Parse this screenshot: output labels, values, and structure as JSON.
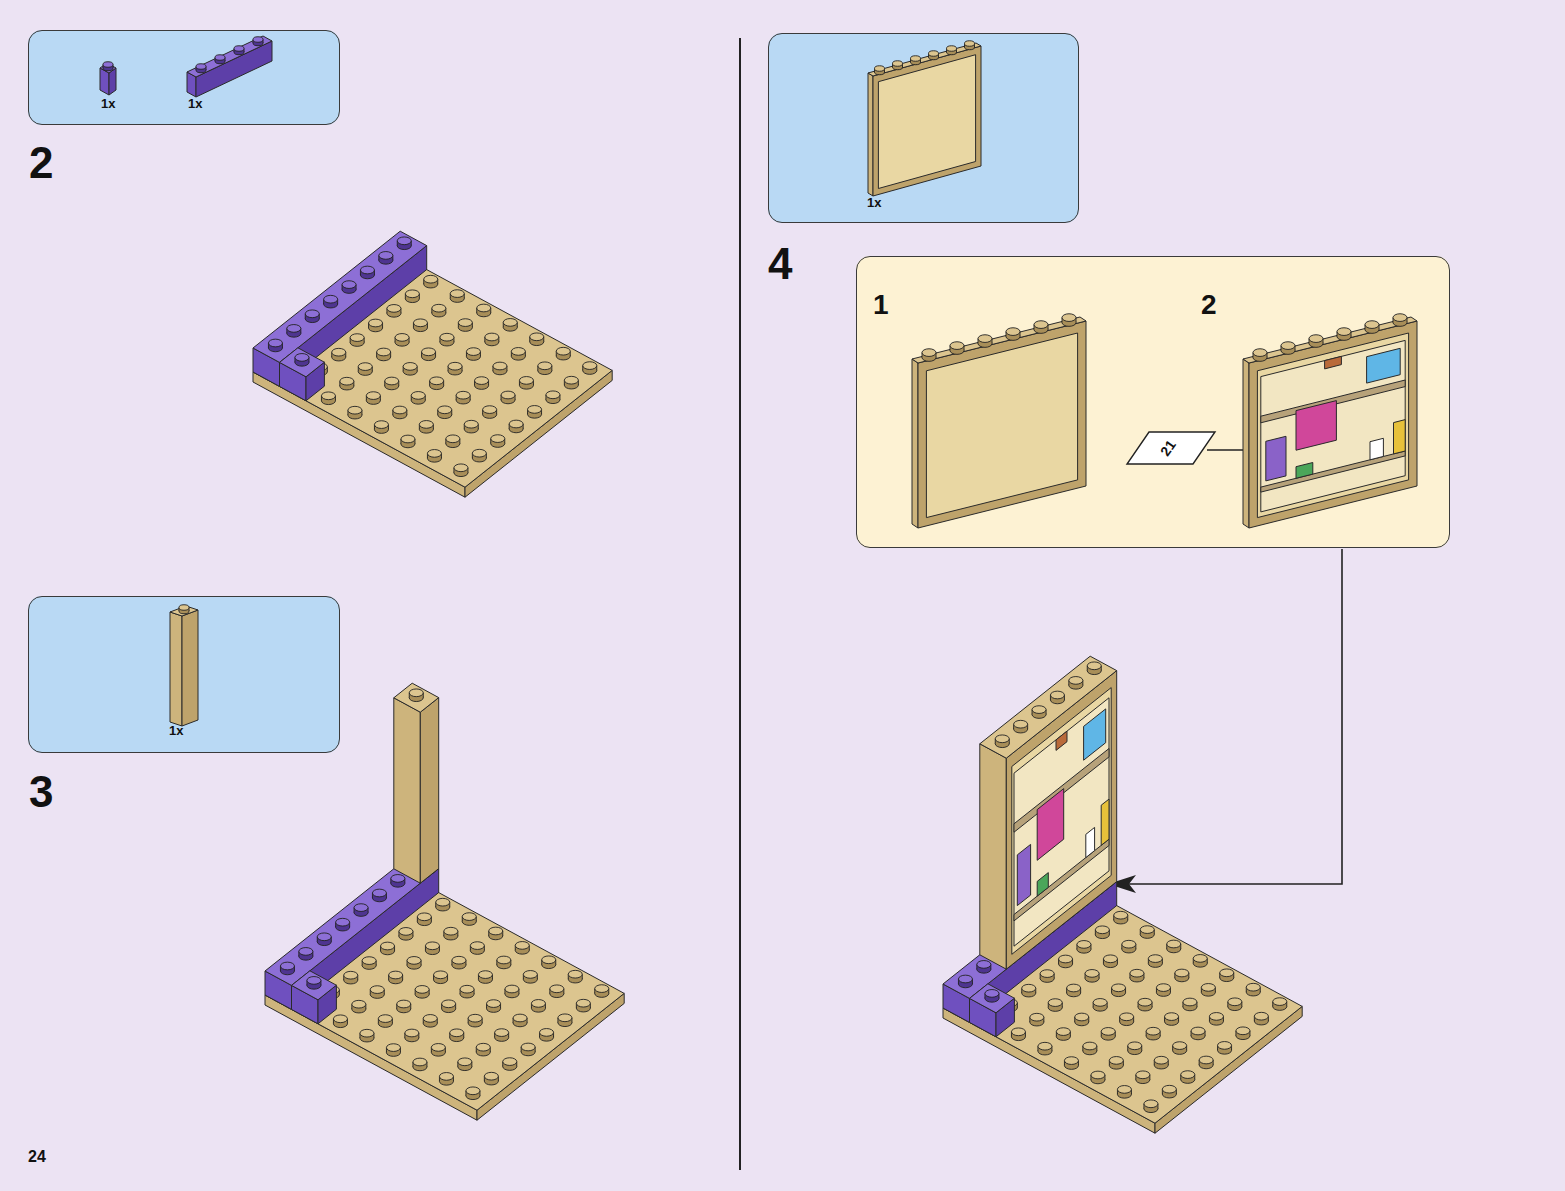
{
  "diagram": {
    "nodes": [
      {
        "text": [
          "1x",
          "1x"
        ]
      },
      {
        "text": [
          "1x"
        ]
      },
      {
        "text": [
          "1x"
        ]
      },
      {
        "text": [
          "1",
          "2"
        ]
      }
    ],
    "labels": [
      "2",
      "3",
      "4",
      "21",
      "24"
    ]
  }
}
